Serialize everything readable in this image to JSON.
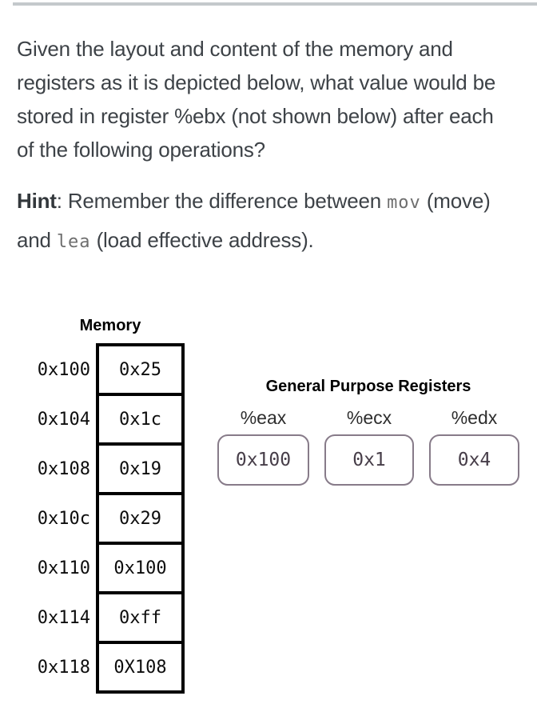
{
  "question": {
    "lines": [
      "Given the layout and content of the memory and",
      "registers as it is depicted below, what value would be",
      "stored in register %ebx (not shown below) after each",
      "of the following operations?"
    ]
  },
  "hint": {
    "label": "Hint",
    "sep": ": ",
    "before_mov": "Remember the difference between ",
    "mov": "mov",
    "after_mov": " (move)",
    "line2_start": "and ",
    "lea": "lea",
    "after_lea": " (load effective address)."
  },
  "figure": {
    "memory": {
      "title": "Memory",
      "rows": [
        {
          "address": "0x100",
          "value": "0x25"
        },
        {
          "address": "0x104",
          "value": "0x1c"
        },
        {
          "address": "0x108",
          "value": "0x19"
        },
        {
          "address": "0x10c",
          "value": "0x29"
        },
        {
          "address": "0x110",
          "value": "0x100"
        },
        {
          "address": "0x114",
          "value": "0xff"
        },
        {
          "address": "0x118",
          "value": "0X108"
        }
      ]
    },
    "registers": {
      "title": "General Purpose Registers",
      "items": [
        {
          "name": "%eax",
          "value": "0x100"
        },
        {
          "name": "%ecx",
          "value": "0x1"
        },
        {
          "name": "%edx",
          "value": "0x4"
        }
      ]
    }
  },
  "colors": {
    "divider": "#c4c9cc",
    "body_text": "#3d4247",
    "code_text": "#6e6e6e",
    "memory_border": "#000000",
    "register_border": "#877b89",
    "register_value_text": "#473e49"
  }
}
